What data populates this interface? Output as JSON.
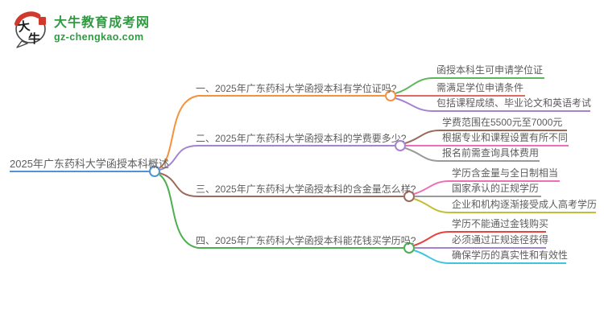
{
  "logo": {
    "mark_char_top": "大",
    "mark_char_bottom": "牛",
    "site_name": "大牛教育成考网",
    "site_url": "gz-chengkao.com",
    "green": "#2e9b40",
    "red": "#d0392b"
  },
  "mindmap": {
    "root": {
      "label": "2025年广东药科大学函授本科概述",
      "color": "#4f94d5"
    },
    "branches": [
      {
        "label": "一、2025年广东药科大学函授本科有学位证吗?",
        "color": "#f5923e",
        "children": [
          {
            "label": "函授本科生可申请学位证",
            "color": "#5fb75d"
          },
          {
            "label": "需满足学位申请条件",
            "color": "#dd6a66"
          },
          {
            "label": "包括课程成绩、毕业论文和英语考试",
            "color": "#a583d2"
          }
        ]
      },
      {
        "label": "二、2025年广东药科大学函授本科的学费要多少?",
        "color": "#a583d2",
        "children": [
          {
            "label": "学费范围在5500元至7000元",
            "color": "#9c6a5d"
          },
          {
            "label": "根据专业和课程设置有所不同",
            "color": "#ef6eb8"
          },
          {
            "label": "报名前需查询具体费用",
            "color": "#9a9a9a"
          }
        ]
      },
      {
        "label": "三、2025年广东药科大学函授本科的含金量怎么样?",
        "color": "#9c6a5d",
        "children": [
          {
            "label": "学历含金量与全日制相当",
            "color": "#ef6eb8"
          },
          {
            "label": "国家承认的正规学历",
            "color": "#9a9a9a"
          },
          {
            "label": "企业和机构逐渐接受成人高考学历",
            "color": "#c2bf35"
          }
        ]
      },
      {
        "label": "四、2025年广东药科大学函授本科能花钱买学历吗?",
        "color": "#4caf50",
        "children": [
          {
            "label": "学历不能通过金钱购买",
            "color": "#e8433f"
          },
          {
            "label": "必须通过正规途径获得",
            "color": "#a583d2"
          },
          {
            "label": "确保学历的真实性和有效性",
            "color": "#3ec6e0"
          }
        ]
      }
    ]
  }
}
